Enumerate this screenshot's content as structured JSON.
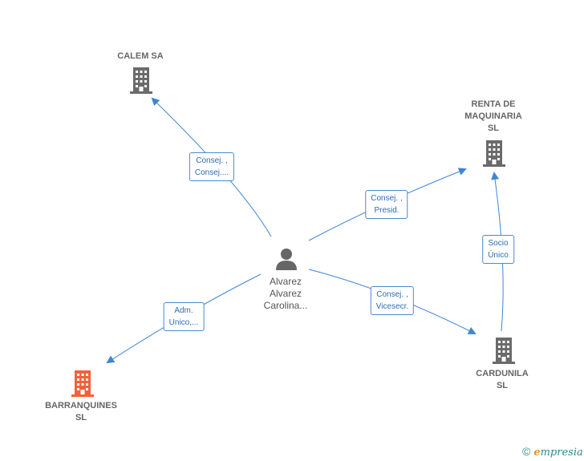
{
  "colors": {
    "edge": "#3f86d4",
    "company": "#6b6b6b",
    "focus_company": "#f0623a",
    "person": "#666666"
  },
  "nodes": {
    "calem": {
      "lines": [
        "CALEM SA"
      ],
      "icon": "building-icon"
    },
    "renta": {
      "lines": [
        "RENTA DE",
        "MAQUINARIA",
        "SL"
      ],
      "icon": "building-icon"
    },
    "barranquines": {
      "lines": [
        "BARRANQUINES",
        "SL"
      ],
      "icon": "building-icon"
    },
    "cardunila": {
      "lines": [
        "CARDUNILA",
        "SL"
      ],
      "icon": "building-icon"
    },
    "person": {
      "lines": [
        "Alvarez",
        "Alvarez",
        "Carolina..."
      ],
      "icon": "person-icon"
    }
  },
  "edges": {
    "calem": {
      "lines": [
        "Consej. ,",
        "Consej...."
      ]
    },
    "renta": {
      "lines": [
        "Consej. ,",
        "Presid."
      ]
    },
    "barranquines": {
      "lines": [
        "Adm.",
        "Unico,..."
      ]
    },
    "cardunila": {
      "lines": [
        "Consej. ,",
        "Vicesecr."
      ]
    },
    "socio": {
      "lines": [
        "Socio",
        "Único"
      ]
    }
  },
  "footer": {
    "copyright": "©",
    "brand_first": "e",
    "brand_rest": "mpresia"
  }
}
